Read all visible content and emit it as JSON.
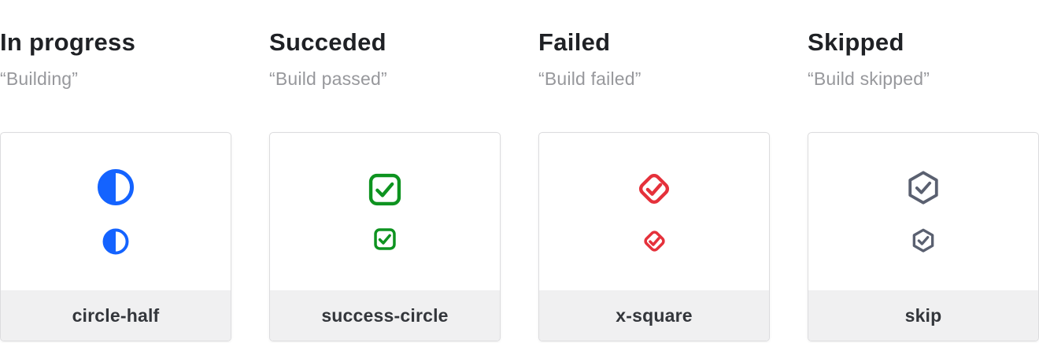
{
  "theme": {
    "title_color": "#1F2125",
    "quote_color": "#97989C",
    "label_color": "#33363B",
    "footer_bg": "#F0F0F1",
    "card_border": "#DCDCDE",
    "page_bg": "#FFFFFF"
  },
  "columns": [
    {
      "id": "in-progress",
      "title": "In progress",
      "quote": "“Building”",
      "icon": "circle-half-icon",
      "icon_color": "#1463FF",
      "label": "circle-half"
    },
    {
      "id": "succeded",
      "title": "Succeded",
      "quote": "“Build passed”",
      "icon": "success-circle-icon",
      "icon_color": "#0E9320",
      "label": "success-circle"
    },
    {
      "id": "failed",
      "title": "Failed",
      "quote": "“Build failed”",
      "icon": "x-square-icon",
      "icon_color": "#E5313B",
      "label": "x-square"
    },
    {
      "id": "skipped",
      "title": "Skipped",
      "quote": "“Build skipped”",
      "icon": "skip-icon",
      "icon_color": "#5A6070",
      "label": "skip"
    }
  ]
}
